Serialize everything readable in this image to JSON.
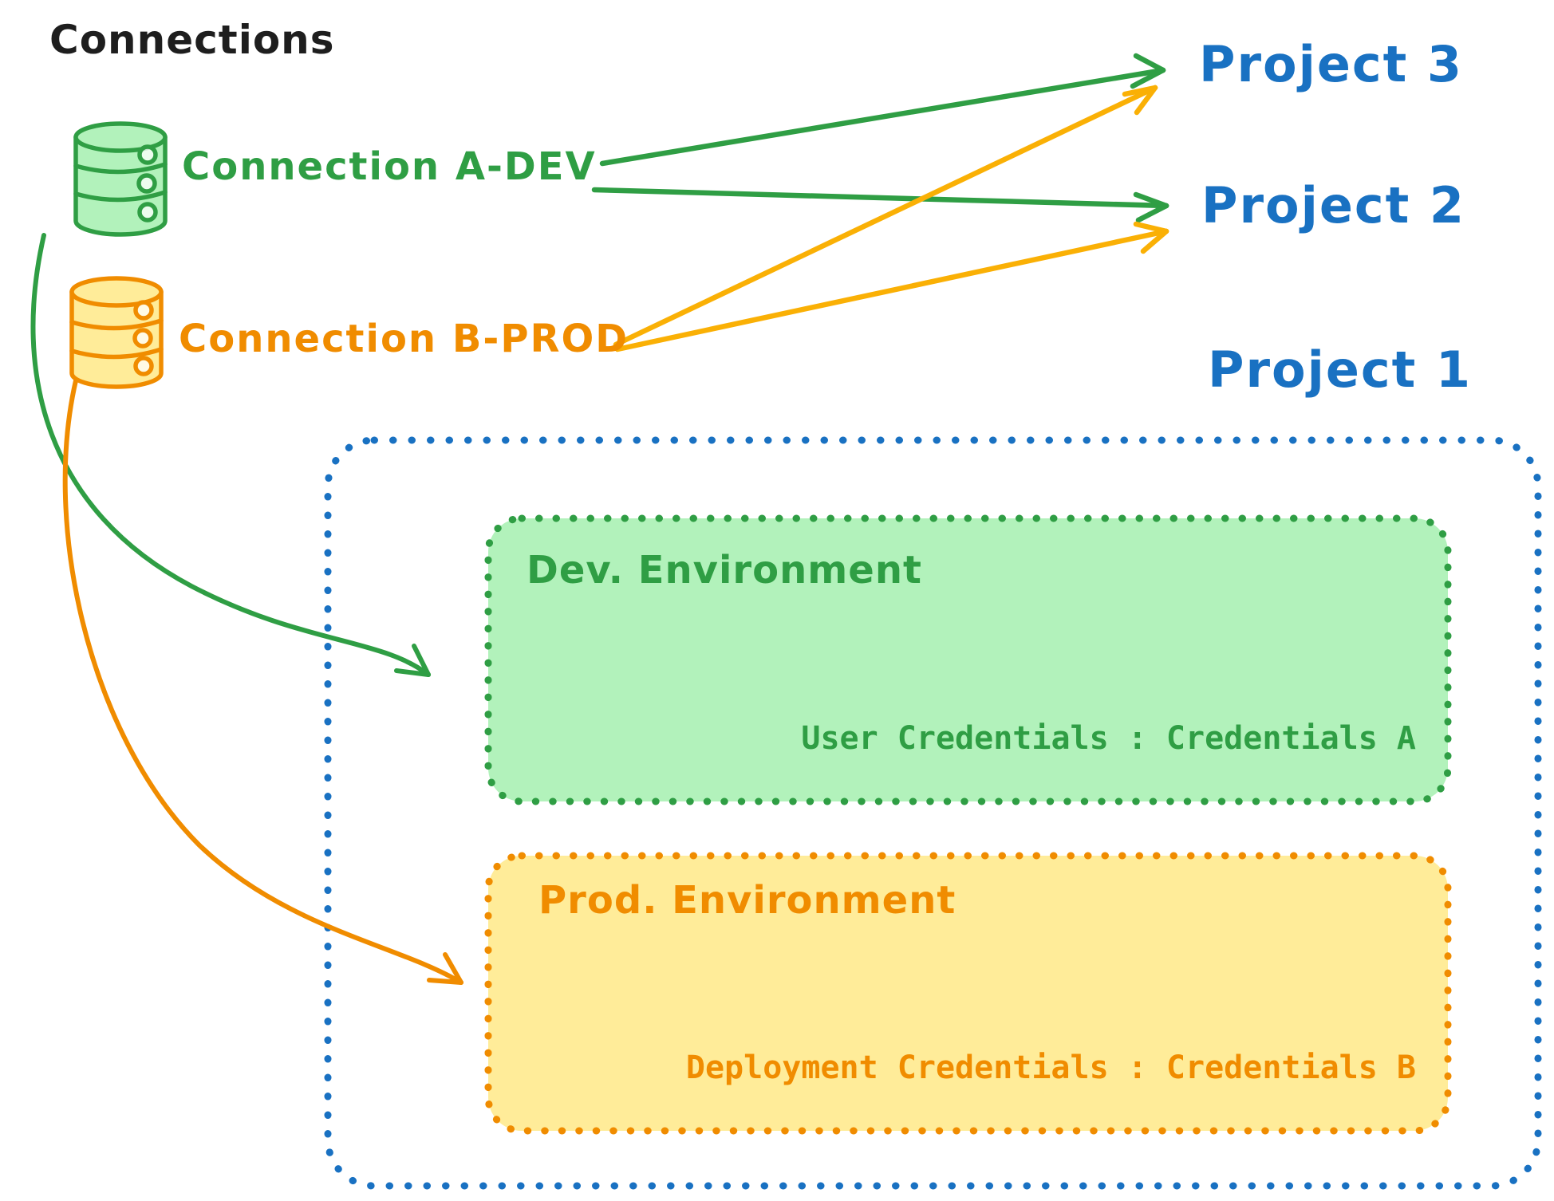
{
  "title": "Connections",
  "colors": {
    "green_stroke": "#2f9e44",
    "green_fill": "#b2f2bb",
    "orange_stroke": "#f08c00",
    "orange_fill": "#ffec99",
    "amber_arrow": "#fab005",
    "blue": "#1971c2",
    "ink": "#1e1e1e"
  },
  "connections": [
    {
      "label": "Connection A-DEV",
      "color": "#2f9e44"
    },
    {
      "label": "Connection B-PROD",
      "color": "#f08c00"
    }
  ],
  "projects": [
    {
      "label": "Project 3"
    },
    {
      "label": "Project 2"
    },
    {
      "label": "Project 1"
    }
  ],
  "project1": {
    "dev_environment": {
      "title": "Dev. Environment",
      "credentials": "User Credentials : Credentials A"
    },
    "prod_environment": {
      "title": "Prod. Environment",
      "credentials": "Deployment Credentials : Credentials B"
    }
  },
  "edges": [
    {
      "from": "Connection A-DEV",
      "to": "Project 3",
      "color": "green"
    },
    {
      "from": "Connection A-DEV",
      "to": "Project 2",
      "color": "green"
    },
    {
      "from": "Connection B-PROD",
      "to": "Project 3",
      "color": "amber"
    },
    {
      "from": "Connection B-PROD",
      "to": "Project 2",
      "color": "amber"
    },
    {
      "from": "Connection A-DEV",
      "to": "Dev. Environment",
      "color": "green"
    },
    {
      "from": "Connection B-PROD",
      "to": "Prod. Environment",
      "color": "orange"
    }
  ]
}
